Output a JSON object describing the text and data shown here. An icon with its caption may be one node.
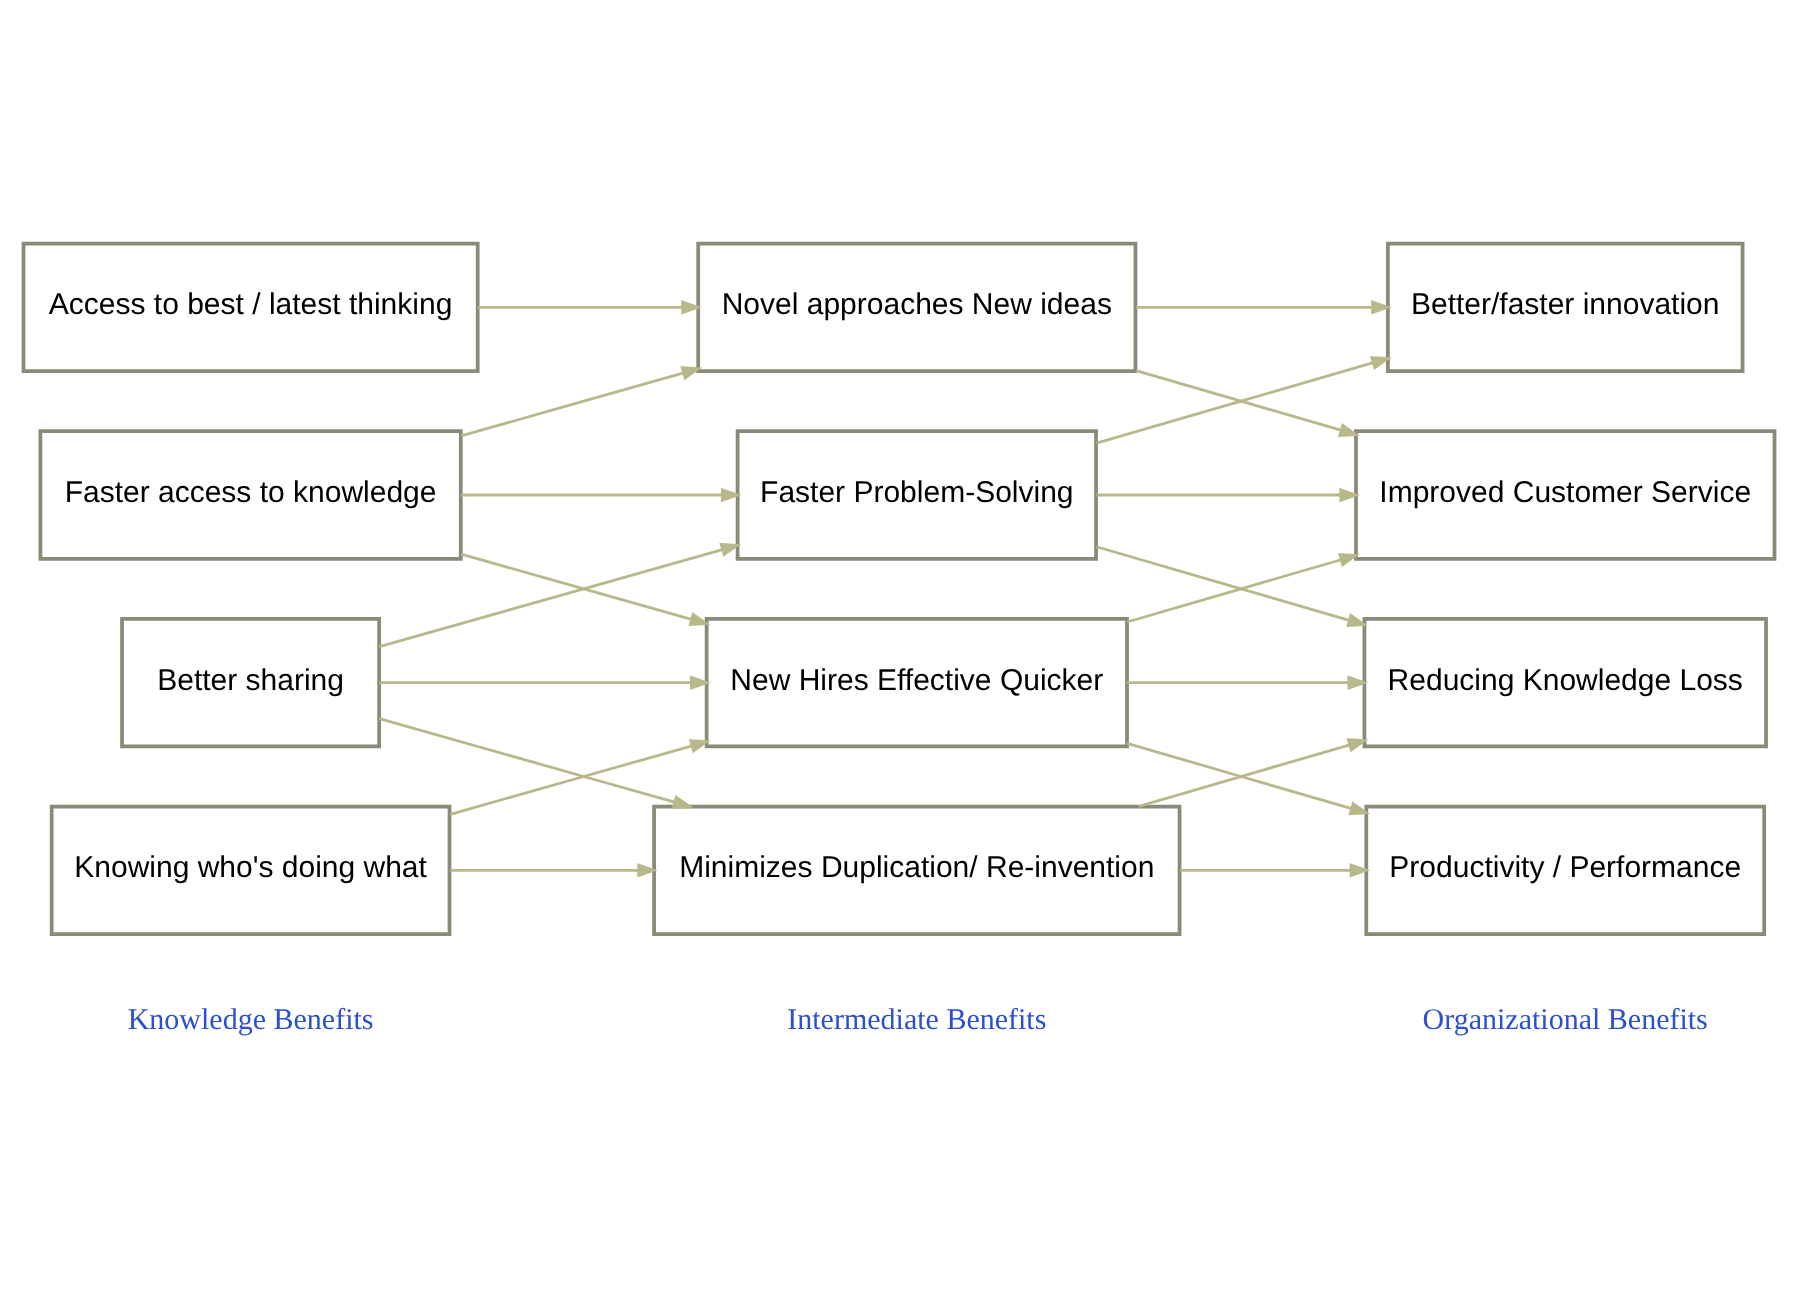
{
  "diagram": {
    "nodes": [
      {
        "text": [
          "Access to best / latest thinking"
        ]
      },
      {
        "text": [
          "Novel approaches New ideas"
        ]
      },
      {
        "text": [
          "Better/faster innovation"
        ]
      },
      {
        "text": [
          "Faster access to knowledge"
        ]
      },
      {
        "text": [
          "Faster Problem-Solving"
        ]
      },
      {
        "text": [
          "Improved Customer Service"
        ]
      },
      {
        "text": [
          "Better sharing"
        ]
      },
      {
        "text": [
          "New Hires Effective Quicker"
        ]
      },
      {
        "text": [
          "Reducing Knowledge Loss"
        ]
      },
      {
        "text": [
          "Knowing who's doing what"
        ]
      },
      {
        "text": [
          "Minimizes Duplication/ Re-invention"
        ]
      },
      {
        "text": [
          "Productivity / Performance"
        ]
      }
    ],
    "edges": [
      {
        "from": 0,
        "to": 1,
        "arrow": "to"
      },
      {
        "from": 3,
        "to": 1,
        "arrow": "to"
      },
      {
        "from": 3,
        "to": 4,
        "arrow": "to"
      },
      {
        "from": 3,
        "to": 7,
        "arrow": "to"
      },
      {
        "from": 6,
        "to": 4,
        "arrow": "to"
      },
      {
        "from": 6,
        "to": 7,
        "arrow": "to"
      },
      {
        "from": 6,
        "to": 10,
        "arrow": "to"
      },
      {
        "from": 9,
        "to": 7,
        "arrow": "to"
      },
      {
        "from": 9,
        "to": 10,
        "arrow": "to"
      },
      {
        "from": 1,
        "to": 2,
        "arrow": "to"
      },
      {
        "from": 1,
        "to": 5,
        "arrow": "to"
      },
      {
        "from": 4,
        "to": 2,
        "arrow": "to"
      },
      {
        "from": 4,
        "to": 5,
        "arrow": "to"
      },
      {
        "from": 4,
        "to": 8,
        "arrow": "to"
      },
      {
        "from": 7,
        "to": 5,
        "arrow": "to"
      },
      {
        "from": 7,
        "to": 8,
        "arrow": "to"
      },
      {
        "from": 7,
        "to": 11,
        "arrow": "to"
      },
      {
        "from": 10,
        "to": 8,
        "arrow": "to"
      },
      {
        "from": 10,
        "to": 11,
        "arrow": "to"
      }
    ],
    "labels": [
      "Knowledge Benefits",
      "Intermediate Benefits",
      "Organizational Benefits"
    ]
  }
}
